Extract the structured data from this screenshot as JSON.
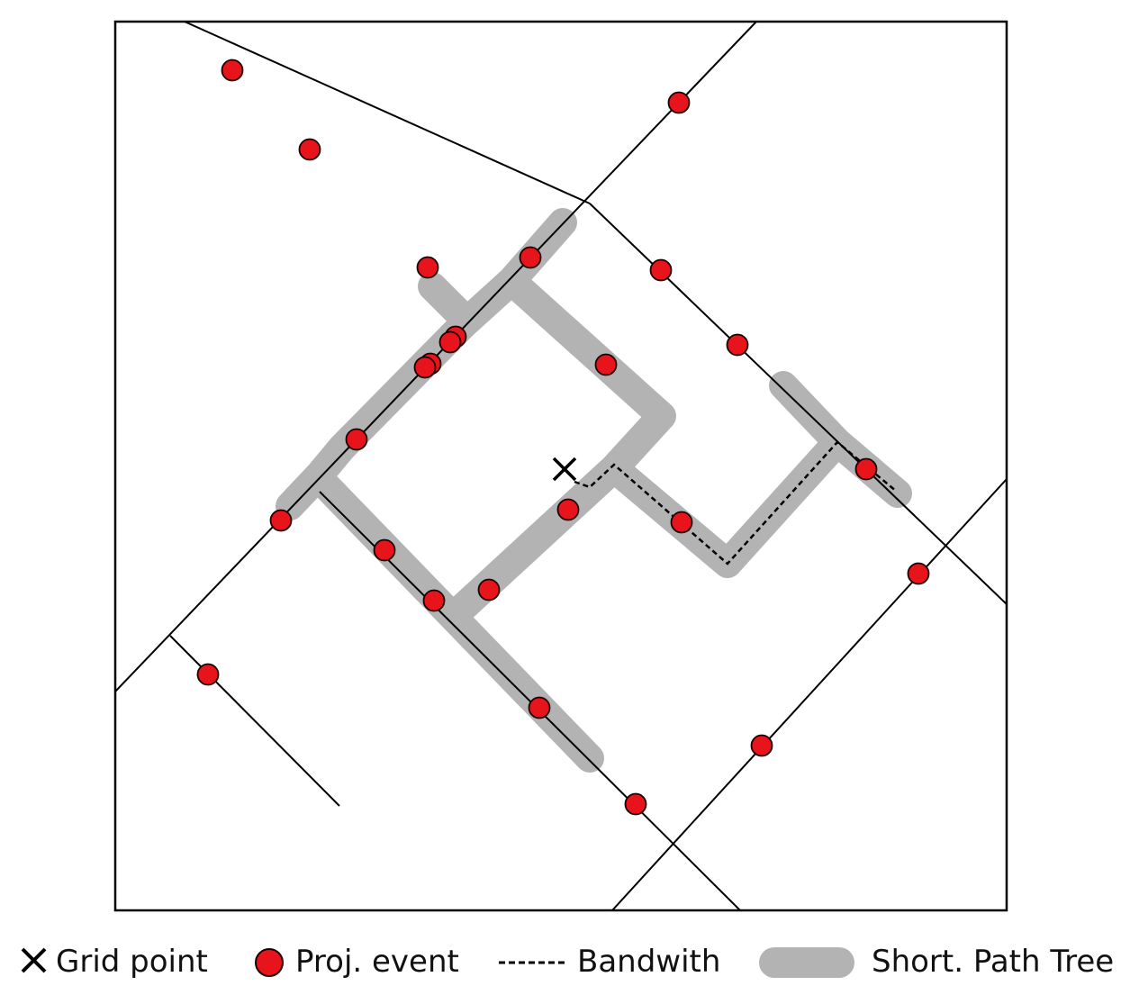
{
  "colors": {
    "background": "#ffffff",
    "frame": "#000000",
    "road": "#000000",
    "path_tree": "#b3b3b3",
    "event_fill": "#e8141b",
    "event_stroke": "#1a0000",
    "bandwidth": "#000000",
    "grid_point": "#000000"
  },
  "legend": {
    "grid_point": "Grid point",
    "event": "Proj. event",
    "bandwidth": "Bandwith",
    "path_tree": "Short. Path Tree"
  }
}
